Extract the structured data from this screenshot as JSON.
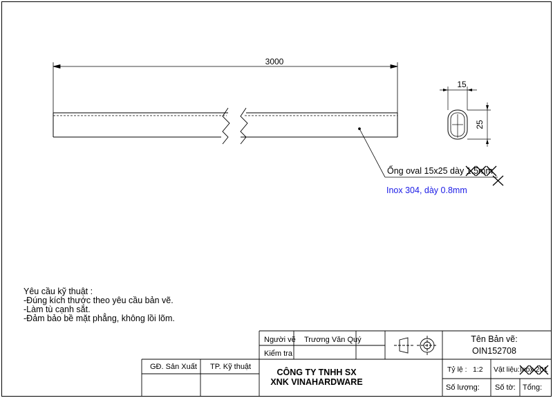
{
  "drawing": {
    "length_dim": "3000",
    "width_dim": "15",
    "height_dim": "25",
    "callout_line1": "Ống oval 15x25 dày 1.5mm",
    "callout_line2": "Inox 304, dày 0.8mm"
  },
  "requirements": {
    "title": "Yêu cầu kỹ thuật :",
    "items": [
      "-Đúng kích thước theo yêu cầu bản vẽ.",
      "-Làm tù cạnh sắt.",
      "-Đảm bảo bề mặt phẳng, không lồi lõm."
    ]
  },
  "title_block": {
    "drawn_by_label": "Người vẽ",
    "drawn_by_name": "Trương Văn Quý",
    "checked_label": "Kiểm tra",
    "gd_label": "GĐ. Sản Xuất",
    "tp_label": "TP. Kỹ thuật",
    "company_line1": "CÔNG TY TNHH SX",
    "company_line2": "XNK VINAHARDWARE",
    "drawing_name_label": "Tên Bản vẽ:",
    "drawing_code": "OIN152708",
    "scale_label": "Tỷ lệ :",
    "scale_value": "1:2",
    "material_label": "Vật liệu:",
    "material_value": "Inox 201",
    "qty_label": "Số lượng:",
    "sheet_label": "Số tờ:",
    "total_label": "Tổng:"
  }
}
